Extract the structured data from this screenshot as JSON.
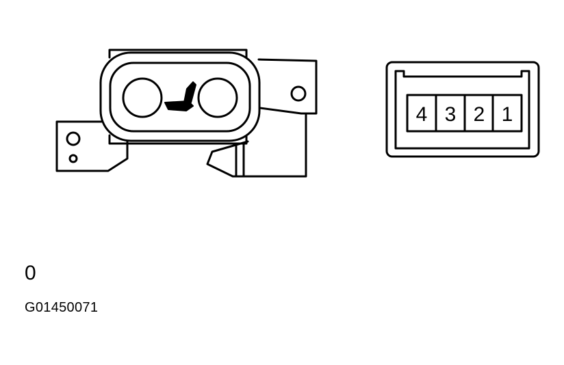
{
  "connector": {
    "pins": [
      "4",
      "3",
      "2",
      "1"
    ]
  },
  "labels": {
    "view_marker": "0",
    "figure_code": "G01450071"
  },
  "colors": {
    "line": "#000000",
    "background": "#ffffff"
  }
}
